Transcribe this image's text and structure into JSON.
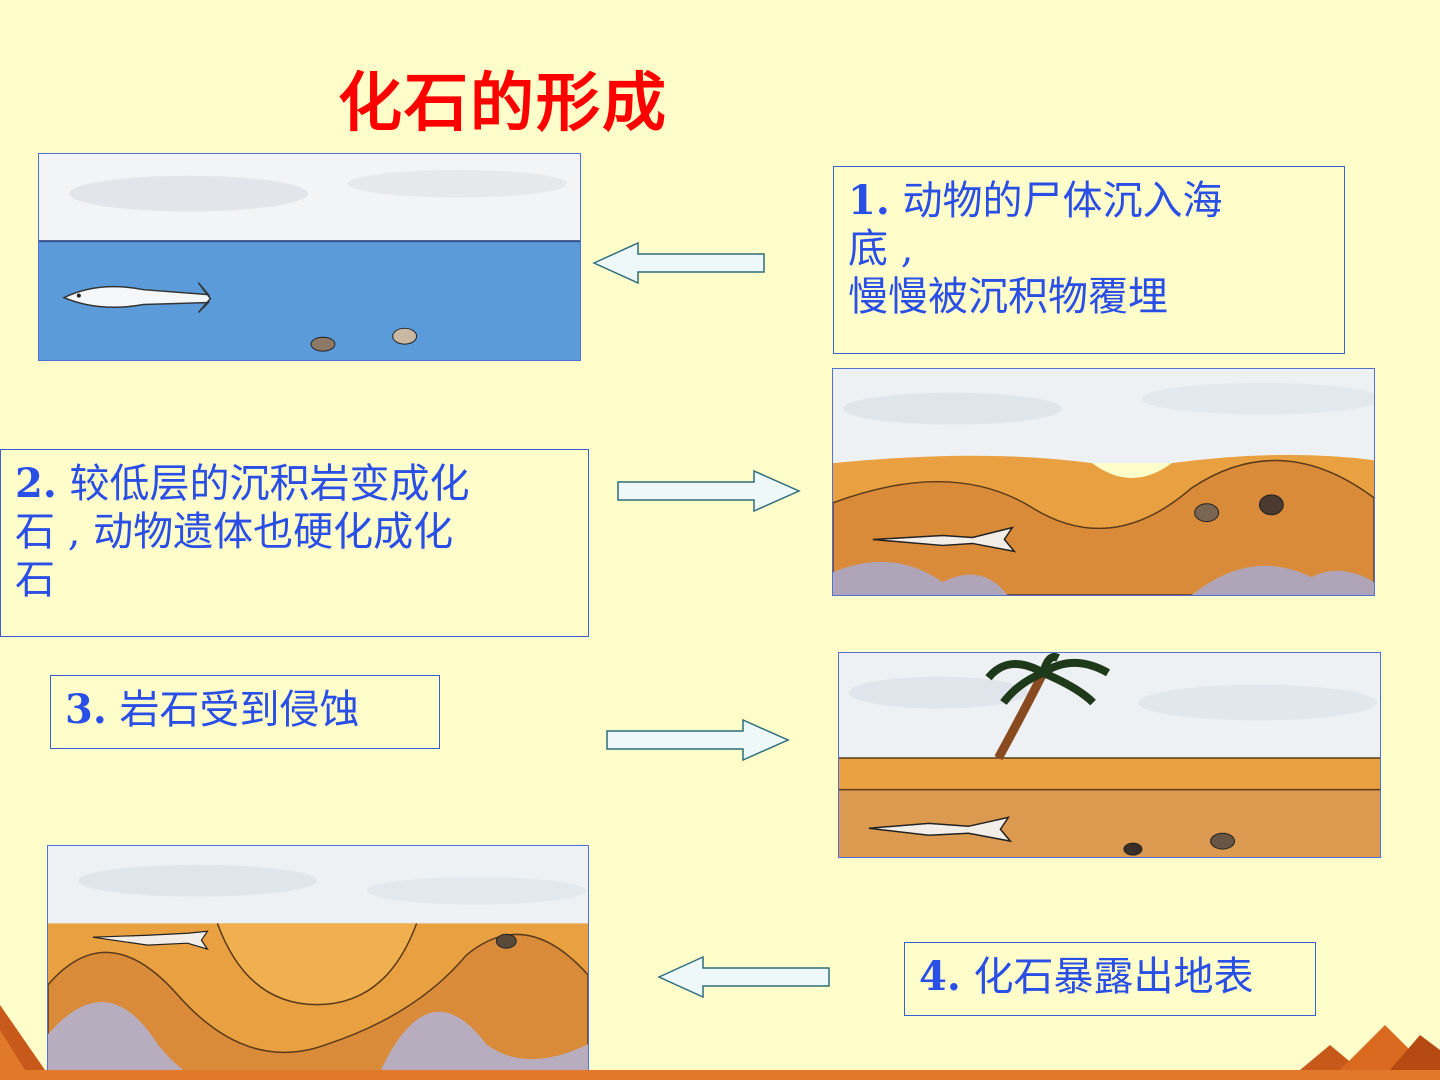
{
  "slide": {
    "title": "化石的形成",
    "colors": {
      "background": "#FFFDC9",
      "title": "#FF0000",
      "caption_text": "#2A4FE6",
      "border": "#3A5FD0",
      "water": "#5B9BD9",
      "sediment": "#E8A040"
    },
    "steps": [
      {
        "num": "1.",
        "line1": "动物的尸体沉入海",
        "line2": "底 ,",
        "line3": "慢慢被沉积物覆埋"
      },
      {
        "num": "2.",
        "line1": "较低层的沉积岩变成化",
        "line2": "石 , 动物遗体也硬化成化",
        "line3": "石"
      },
      {
        "num": "3.",
        "text": "岩石受到侵蚀"
      },
      {
        "num": "4.",
        "text": "化石暴露出地表"
      }
    ],
    "arrows": [
      {
        "direction": "left"
      },
      {
        "direction": "right"
      },
      {
        "direction": "right"
      },
      {
        "direction": "left"
      }
    ],
    "images": [
      "fish-in-sea-icon",
      "buried-fossil-layers-icon",
      "palm-tree-eroded-surface-icon",
      "exposed-fossil-icon"
    ]
  }
}
